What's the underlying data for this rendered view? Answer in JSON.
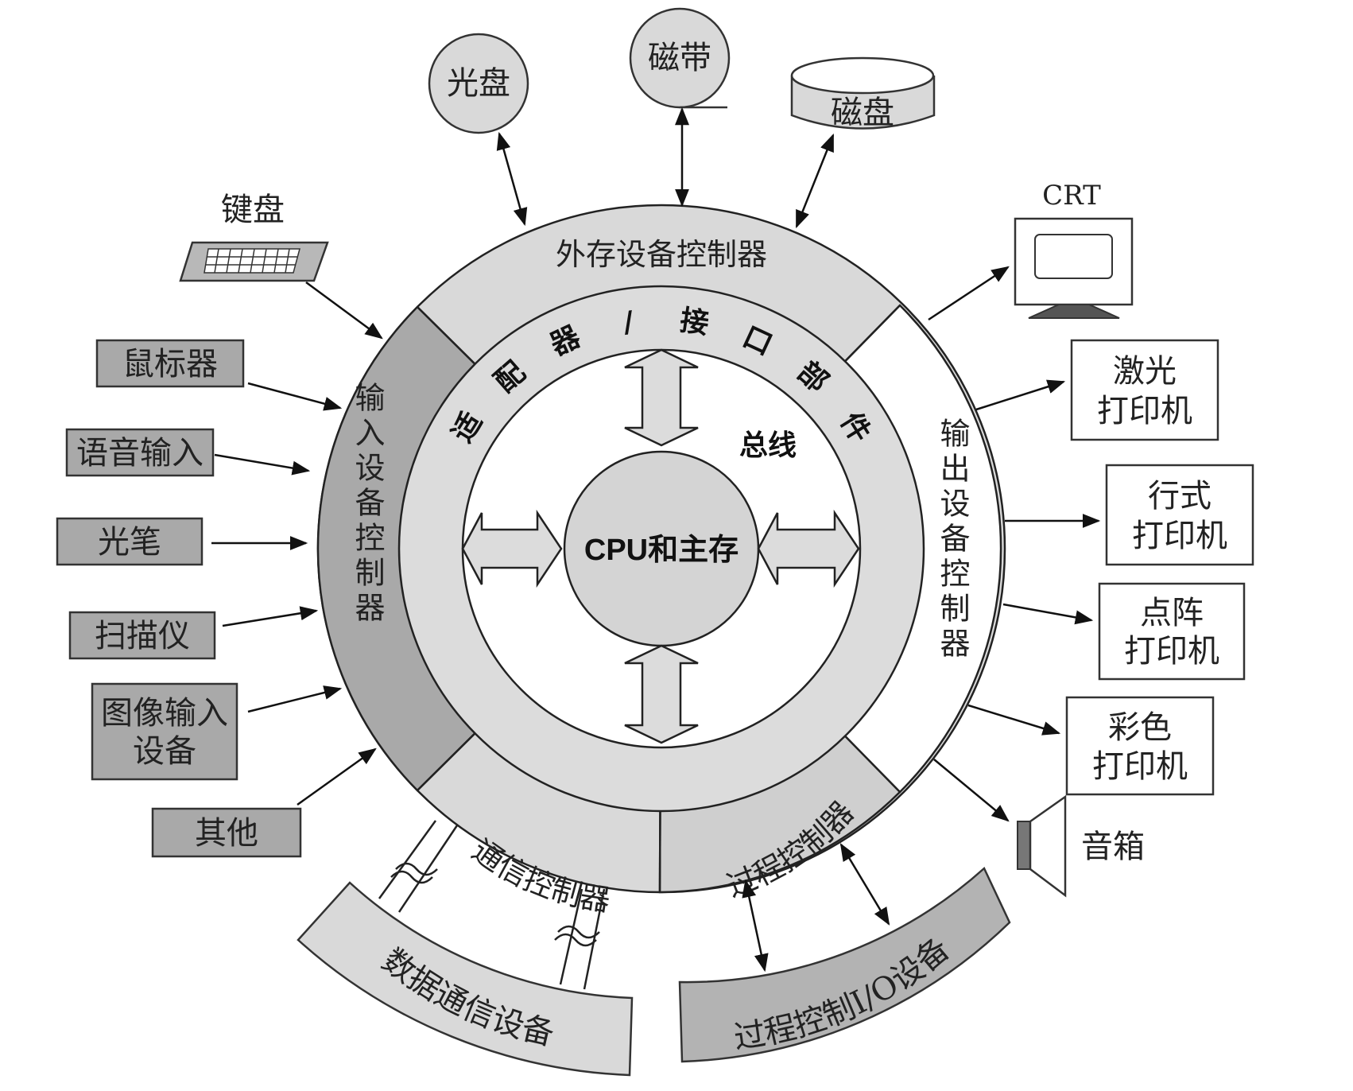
{
  "center": "CPU和主存",
  "bus": "总线",
  "adapter_ring": [
    "适",
    "配",
    "器",
    "/",
    "接",
    "口",
    "部",
    "件"
  ],
  "controllers": {
    "storage": "外存设备控制器",
    "input": "输入设备控制器",
    "output": "输出设备控制器",
    "comm": "通信控制器",
    "process": "过程控制器"
  },
  "storage_devices": {
    "optical": "光盘",
    "tape": "磁带",
    "disk": "磁盘"
  },
  "input_devices": {
    "keyboard": "键盘",
    "mouse": "鼠标器",
    "voice": "语音输入",
    "lightpen": "光笔",
    "scanner": "扫描仪",
    "image_line1": "图像输入",
    "image_line2": "设备",
    "other": "其他"
  },
  "output_devices": {
    "crt": "CRT",
    "laser_line1": "激光",
    "laser_line2": "打印机",
    "line_line1": "行式",
    "line_line2": "打印机",
    "dot_line1": "点阵",
    "dot_line2": "打印机",
    "color_line1": "彩色",
    "color_line2": "打印机",
    "speaker": "音箱"
  },
  "bottom_devices": {
    "data_comm": "数据通信设备",
    "process_io": "过程控制I/O设备"
  },
  "colors": {
    "ring": "#d9d9d9",
    "dark": "#a9a9a9",
    "white": "#ffffff",
    "line": "#222222"
  }
}
